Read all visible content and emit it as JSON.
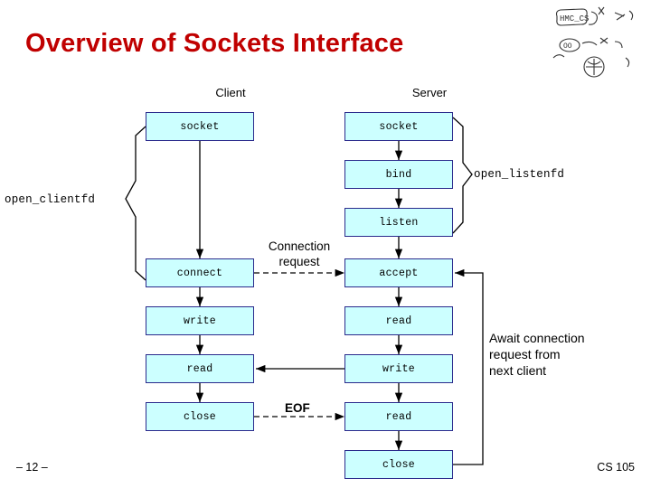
{
  "slide": {
    "title": "Overview of Sockets Interface",
    "footer_left": "– 12 –",
    "footer_right": "CS 105"
  },
  "columns": {
    "client": "Client",
    "server": "Server"
  },
  "client_nodes": [
    {
      "label": "socket"
    },
    {
      "label": "connect"
    },
    {
      "label": "write"
    },
    {
      "label": "read"
    },
    {
      "label": "close"
    }
  ],
  "server_nodes": [
    {
      "label": "socket"
    },
    {
      "label": "bind"
    },
    {
      "label": "listen"
    },
    {
      "label": "accept"
    },
    {
      "label": "read"
    },
    {
      "label": "write"
    },
    {
      "label": "read"
    },
    {
      "label": "close"
    }
  ],
  "annotations": {
    "open_clientfd": "open_clientfd",
    "open_listenfd": "open_listenfd",
    "connection_request": "Connection\nrequest",
    "connection_request_line1": "Connection",
    "connection_request_line2": "request",
    "eof": "EOF",
    "await": "Await connection\nrequest from\nnext client"
  },
  "colors": {
    "title": "#c00000",
    "node_fill": "#ccffff",
    "node_border": "#2a2a8c",
    "line": "#000000"
  }
}
